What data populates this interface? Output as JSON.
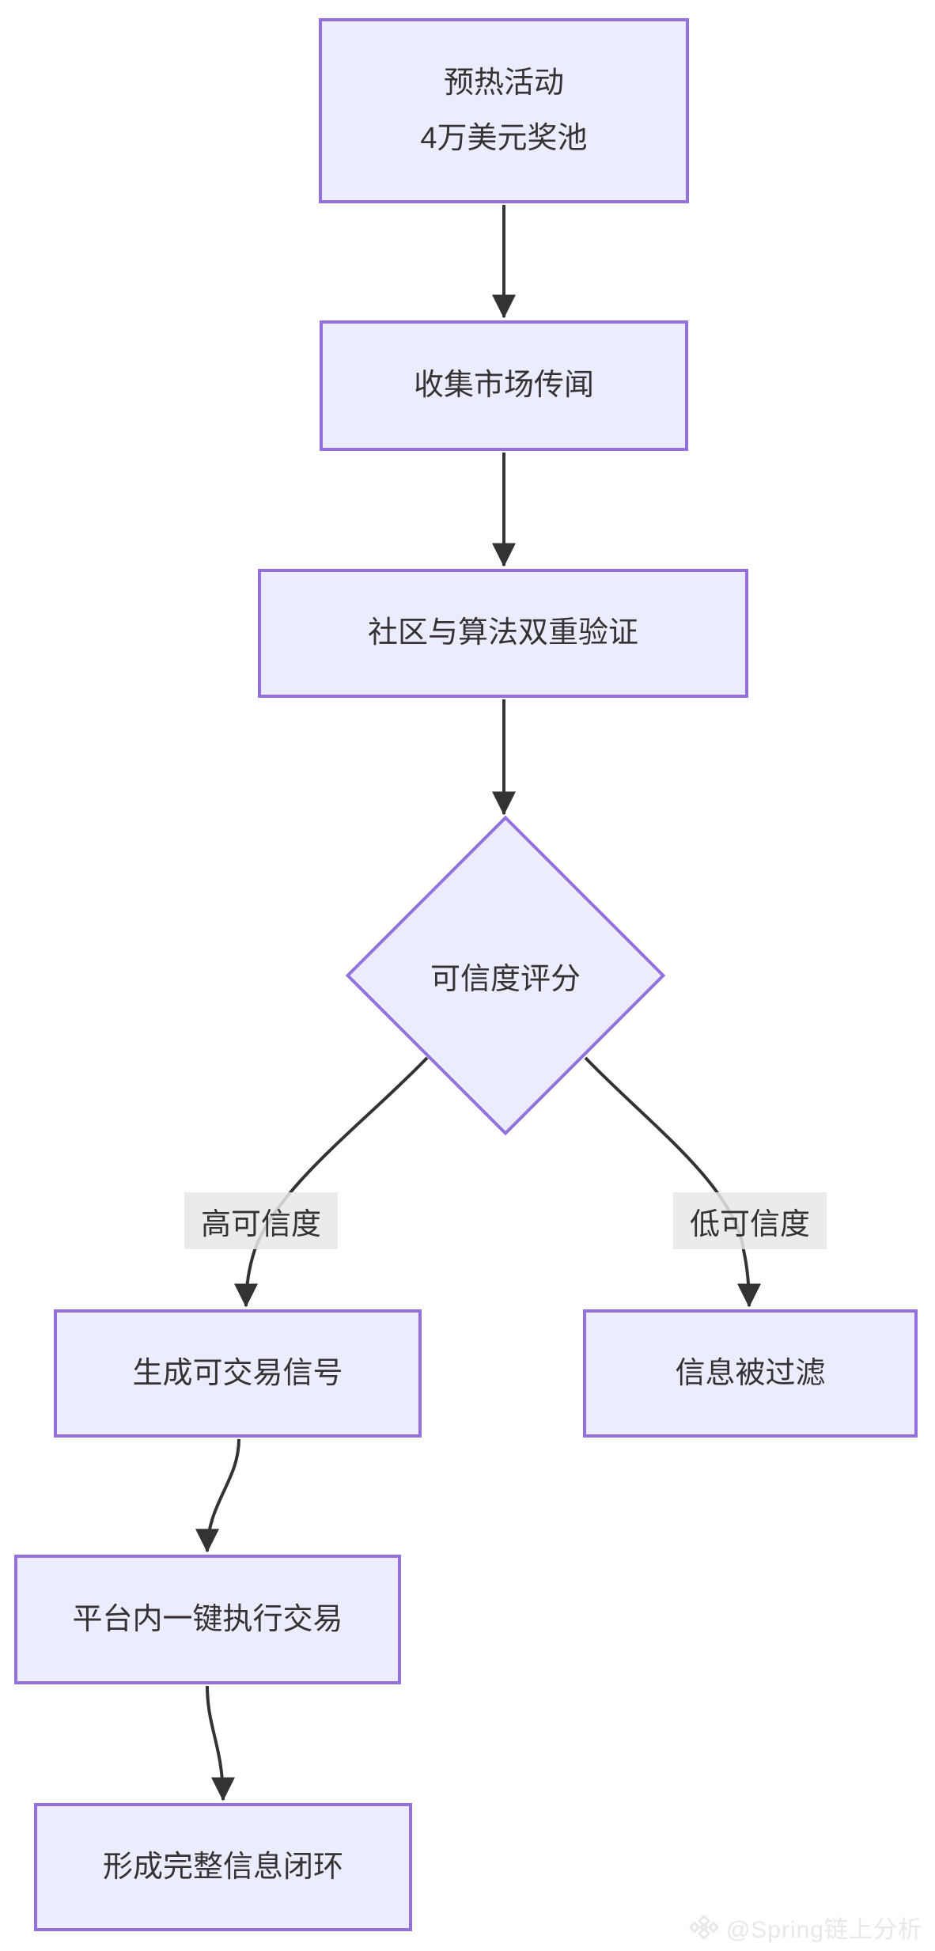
{
  "diagram": {
    "nodes": {
      "warmup": {
        "label_line1": "预热活动",
        "label_line2": "4万美元奖池"
      },
      "collect": {
        "label": "收集市场传闻"
      },
      "verify": {
        "label": "社区与算法双重验证"
      },
      "score": {
        "label": "可信度评分"
      },
      "signal": {
        "label": "生成可交易信号"
      },
      "filtered": {
        "label": "信息被过滤"
      },
      "execute": {
        "label": "平台内一键执行交易"
      },
      "loop": {
        "label": "形成完整信息闭环"
      }
    },
    "edge_labels": {
      "high": "高可信度",
      "low": "低可信度"
    },
    "colors": {
      "node_fill": "#ECECFF",
      "node_border": "#9370DB",
      "edge": "#333333",
      "text": "#333333",
      "watermark": "#e7e7ec"
    }
  },
  "watermark": {
    "icon": "gem-logo-icon",
    "text": "@Spring链上分析"
  }
}
